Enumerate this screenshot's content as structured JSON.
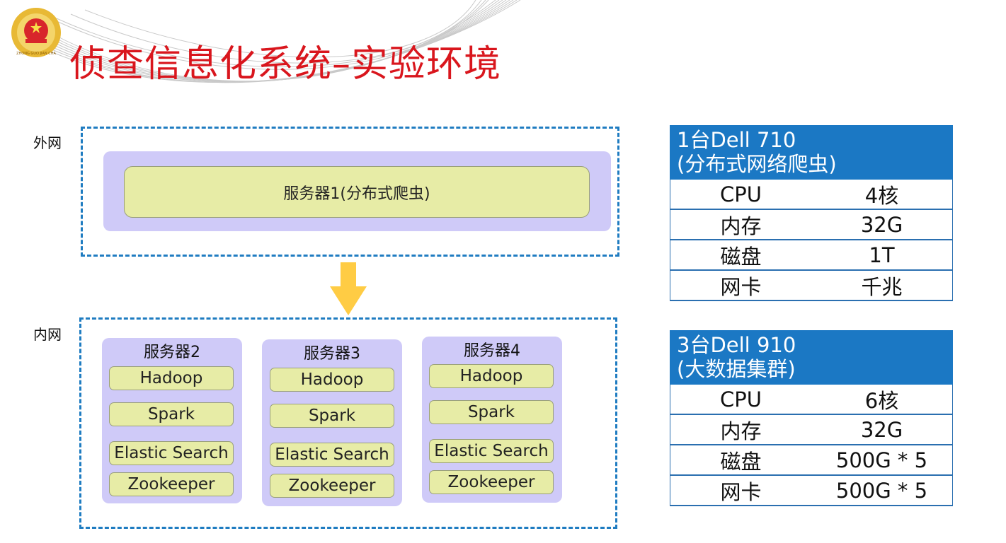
{
  "header": {
    "title": "侦查信息化系统–实验环境",
    "emblem_text": "ZHONG GUO JIAN CHA"
  },
  "zones": {
    "external_label": "外网",
    "internal_label": "内网"
  },
  "external_server": {
    "label": "服务器1(分布式爬虫)"
  },
  "internal_servers": [
    {
      "name": "服务器2",
      "services": [
        "Hadoop",
        "Spark",
        "Elastic Search",
        "Zookeeper"
      ]
    },
    {
      "name": "服务器3",
      "services": [
        "Hadoop",
        "Spark",
        "Elastic Search",
        "Zookeeper"
      ]
    },
    {
      "name": "服务器4",
      "services": [
        "Hadoop",
        "Spark",
        "Elastic Search",
        "Zookeeper"
      ]
    }
  ],
  "spec_tables": [
    {
      "title_line1": "1台Dell 710",
      "title_line2": "(分布式网络爬虫)",
      "rows": [
        {
          "key": "CPU",
          "value": "4核"
        },
        {
          "key": "内存",
          "value": "32G"
        },
        {
          "key": "磁盘",
          "value": "1T"
        },
        {
          "key": "网卡",
          "value": "千兆"
        }
      ]
    },
    {
      "title_line1": "3台Dell 910",
      "title_line2": "(大数据集群)",
      "rows": [
        {
          "key": "CPU",
          "value": "6核"
        },
        {
          "key": "内存",
          "value": "32G"
        },
        {
          "key": "磁盘",
          "value": "500G * 5"
        },
        {
          "key": "网卡",
          "value": "500G * 5"
        }
      ]
    }
  ],
  "colors": {
    "title": "#d9161d",
    "dashed_frame": "#1f7cc1",
    "server_panel": "#cfcaf8",
    "service_pill": "#e7eca6",
    "arrow": "#ffcc44",
    "table_header": "#1b78c4"
  }
}
